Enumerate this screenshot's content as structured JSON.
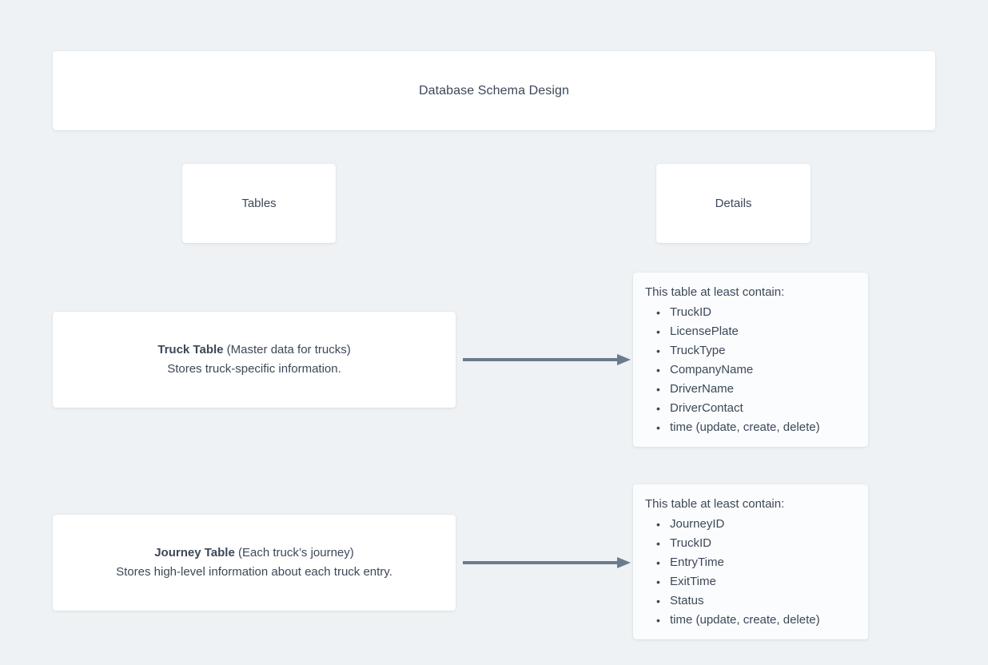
{
  "page": {
    "background_color": "#eef2f5",
    "text_color": "#3c4858",
    "card_color": "#ffffff",
    "details_card_color": "#fbfcfd",
    "arrow_color": "#6b7a8d"
  },
  "title": {
    "text": "Database Schema Design"
  },
  "columns": {
    "tables_header": "Tables",
    "details_header": "Details"
  },
  "rows": [
    {
      "id": "truck",
      "table": {
        "name": "Truck Table",
        "qualifier": " (Master data for trucks)",
        "description": "Stores truck-specific information."
      },
      "connector": "arrow-right",
      "details": {
        "intro": "This table at least contain:",
        "fields": [
          "TruckID",
          "LicensePlate",
          "TruckType",
          "CompanyName",
          "DriverName",
          "DriverContact",
          "time (update, create, delete)"
        ]
      }
    },
    {
      "id": "journey",
      "table": {
        "name": "Journey Table",
        "qualifier": " (Each truck’s journey)",
        "description": "Stores high-level information about each truck entry."
      },
      "connector": "arrow-right",
      "details": {
        "intro": "This table at least contain:",
        "fields": [
          "JourneyID",
          "TruckID",
          "EntryTime",
          "ExitTime",
          "Status",
          "time (update, create, delete)"
        ]
      }
    }
  ]
}
